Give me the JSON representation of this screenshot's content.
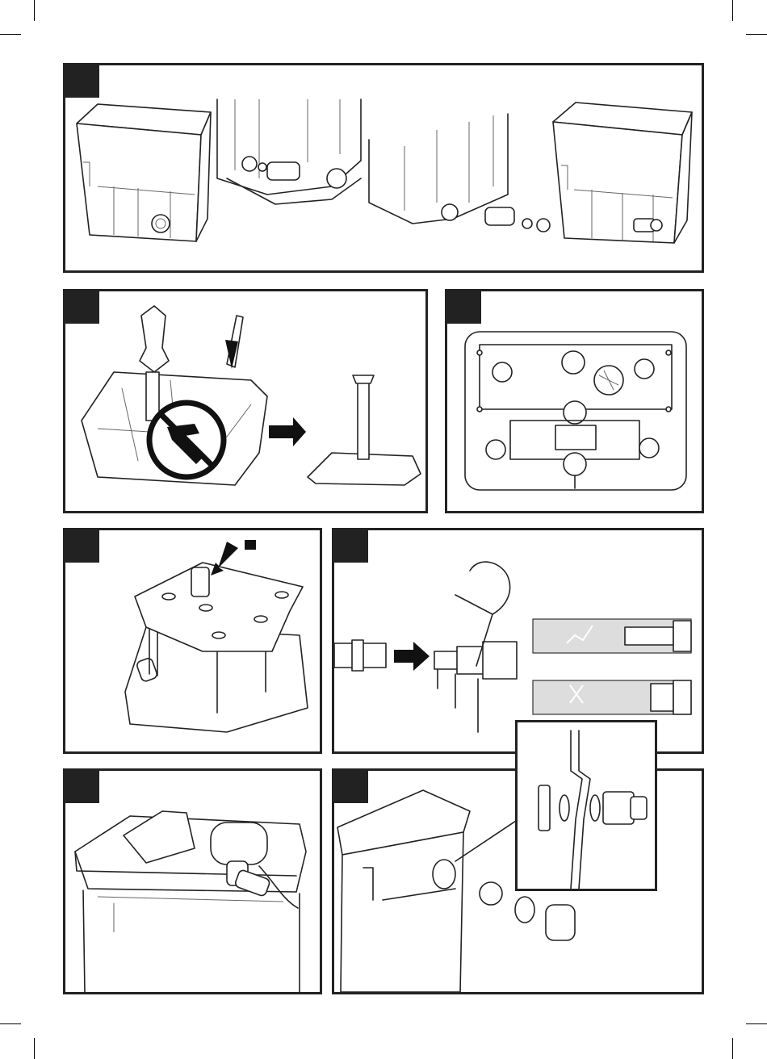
{
  "document": {
    "panels": [
      {
        "id": "panel-1",
        "content": "filter-box-outlet-assembly"
      },
      {
        "id": "panel-2",
        "content": "pump-base-plunger-no-hammer"
      },
      {
        "id": "panel-3",
        "content": "base-underside-view"
      },
      {
        "id": "panel-4",
        "content": "foam-placement"
      },
      {
        "id": "panel-5",
        "content": "hose-tail-cutting"
      },
      {
        "id": "panel-6",
        "content": "lid-connected"
      },
      {
        "id": "panel-7",
        "content": "tank-outlet-fitting"
      }
    ],
    "symbols": {
      "prohibited": "no-hammer-icon",
      "arrow": "arrow-right-icon",
      "correct": "check-icon",
      "incorrect": "cross-icon"
    },
    "colors": {
      "line": "#222222",
      "tag": "#222222",
      "sleeve": "#dddddd"
    }
  }
}
